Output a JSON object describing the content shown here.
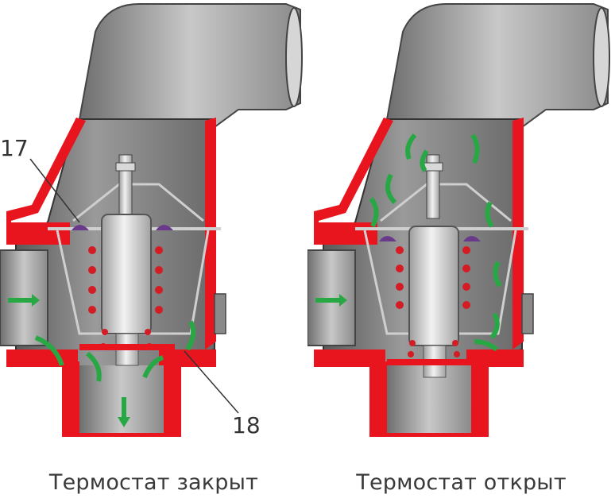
{
  "figures": [
    {
      "id": "closed",
      "caption": "Термостат закрыт"
    },
    {
      "id": "open",
      "caption": "Термостат открыт"
    }
  ],
  "callouts": {
    "label_17": "17",
    "label_18": "18"
  },
  "colors": {
    "housing_wall": "#e8141e",
    "housing_body": "#9a9a9a",
    "pipe_gray": "#a8a8a8",
    "flow_arrow": "#27a845",
    "spring_dot": "#d41c24",
    "valve_purple": "#6a3a8a"
  }
}
